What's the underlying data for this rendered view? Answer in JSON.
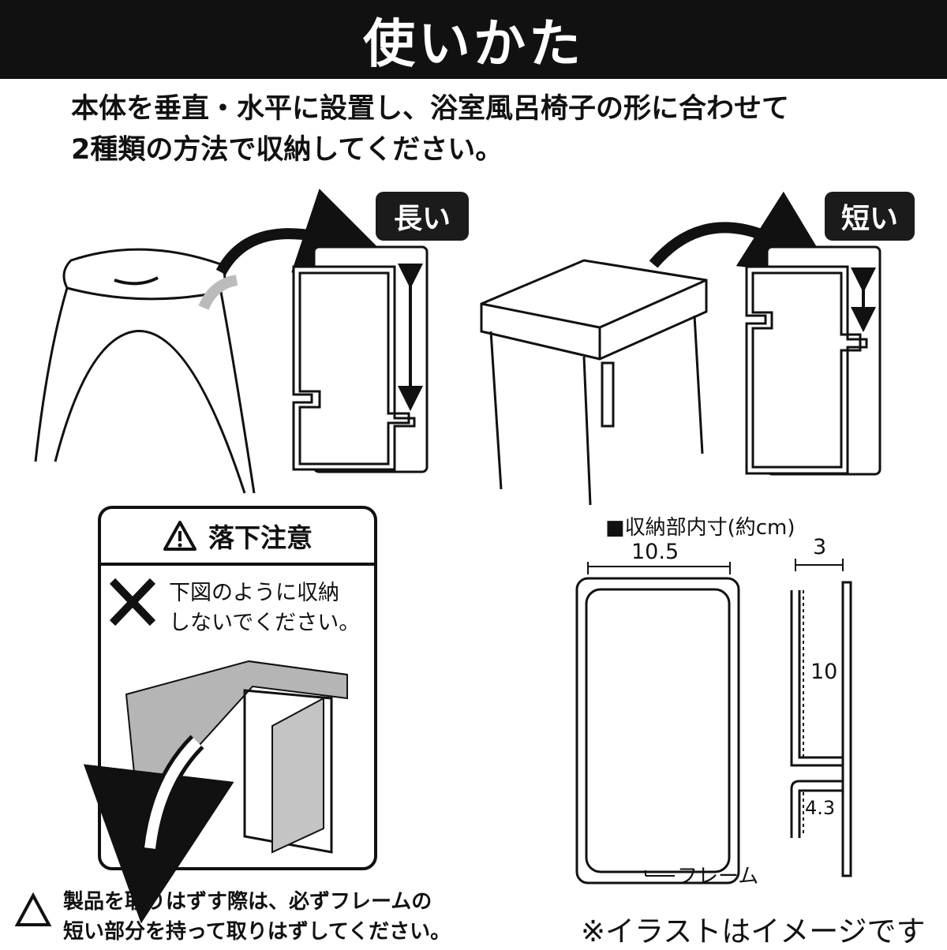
{
  "title": "使いかた",
  "intro": {
    "line1": "本体を垂直・水平に設置し、浴室風呂椅子の形に合わせて",
    "line2": "2種類の方法で収納してください。"
  },
  "tags": {
    "long": "長い",
    "short": "短い"
  },
  "caution": {
    "title": "落下注意",
    "line1": "下図のように収納",
    "line2": "しないでください。"
  },
  "dimensions": {
    "title": "■収納部内寸(約cm)",
    "width": "10.5",
    "depth": "3",
    "height": "10",
    "lower": "4.3",
    "frame_label": "フレーム"
  },
  "bottom_warning": {
    "line1": "製品を取りはずす際は、必ずフレームの",
    "line2": "短い部分を持って取りはずしてください。"
  },
  "note": "※イラストはイメージです",
  "colors": {
    "ink": "#111111",
    "panel": "#b5b5b5"
  }
}
